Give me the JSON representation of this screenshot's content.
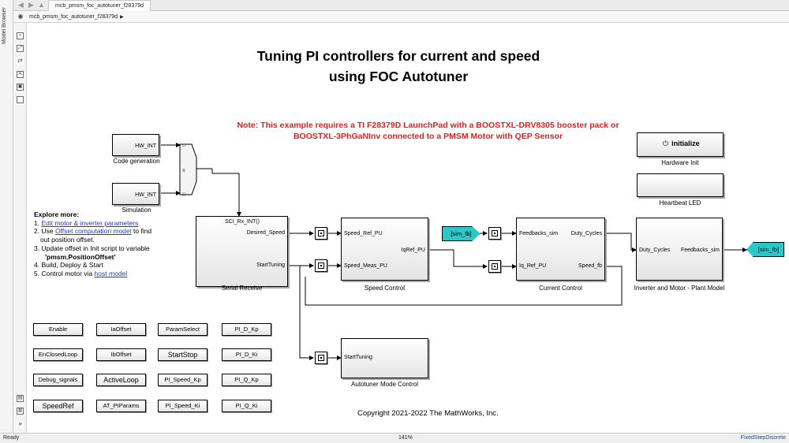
{
  "window": {
    "side_label": "Model Browser",
    "tab_title": "mcb_pmsm_foc_autotuner_f28379d",
    "breadcrumb": "mcb_pmsm_foc_autotuner_f28379d",
    "nav_icons": [
      "back-icon",
      "forward-icon",
      "up-icon"
    ],
    "tool_icons": [
      "zoom-icon",
      "fit-view-icon",
      "arrow-icon",
      "annotation-icon",
      "image-icon",
      "area-icon"
    ]
  },
  "diagram": {
    "title_line1": "Tuning PI controllers for current and speed",
    "title_line2": "using FOC Autotuner",
    "note_line1": "Note: This example requires a TI F28379D LaunchPad with a BOOSTXL-DRV8305 booster pack or",
    "note_line2": "BOOSTXL-3PhGaNInv connected to a PMSM Motor with QEP Sensor",
    "hw_int_label": "HW_INT",
    "code_generation_label": "Code generation",
    "simulation_label": "Simulation",
    "serial_receive": {
      "label": "Serial Receive",
      "fn": "SCI_Rx_INT()",
      "out1": "Desired_Speed",
      "out2": "StartTuning"
    },
    "speed_control": {
      "label": "Speed Control",
      "in1": "Speed_Ref_PU",
      "in2": "Speed_Meas_PU",
      "out1": "IqRef_PU"
    },
    "current_control": {
      "label": "Current Control",
      "in1": "Feedbacks_sim",
      "in2": "Iq_Ref_PU",
      "out1": "Duty_Cycles",
      "out2": "Speed_fb"
    },
    "plant": {
      "label": "Inverter and Motor - Plant Model",
      "in1": "Duty_Cycles",
      "out1": "Feedbacks_sim"
    },
    "autotuner": {
      "label": "Autotuner Mode Control",
      "in1": "StartTuning"
    },
    "sim_fb_tag": "[sim_fb]",
    "initialize_label": "initialize",
    "hardware_init_label": "Hardware Init",
    "heartbeat_label": "Heartbeat LED",
    "explore": {
      "heading": "Explore more:",
      "item1_prefix": "1. ",
      "item1_link": "Edit motor & inverter parameters",
      "item2_prefix": "2. Use ",
      "item2_link": "Offset computation model",
      "item2_suffix": " to find",
      "item2_line2": "out position offset.",
      "item3_line1": "3. Update offset in Init script to variable",
      "item3_var": "'pmsm.PositionOffset'",
      "item4": "4. Build, Deploy & Start",
      "item5_prefix": "5. Control motor via ",
      "item5_link": "host model"
    },
    "buttons": [
      [
        "Enable",
        "IaOffset",
        "ParamSelect",
        "PI_D_Kp"
      ],
      [
        "EnClosedLoop",
        "IbOffset",
        "StartStop",
        "PI_D_Ki"
      ],
      [
        "Debug_signals",
        "ActiveLoop",
        "PI_Speed_Kp",
        "PI_Q_Kp"
      ],
      [
        "SpeedRef",
        "AT_PIParams",
        "PI_Speed_Ki",
        "PI_Q_Ki"
      ]
    ],
    "copyright": "Copyright 2021-2022 The MathWorks, Inc."
  },
  "status": {
    "left": "Ready",
    "zoom": "141%",
    "solver": "FixedStepDiscrete"
  }
}
